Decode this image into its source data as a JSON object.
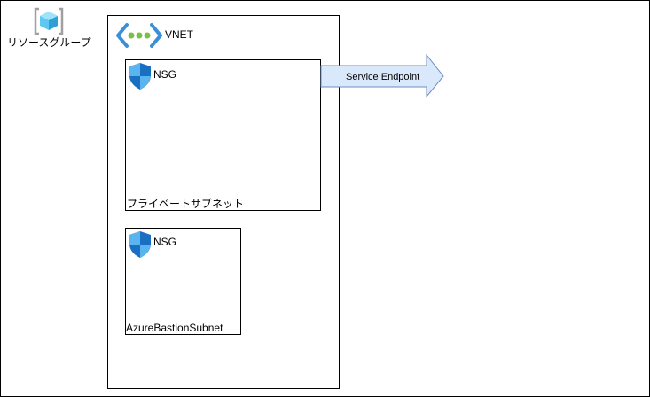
{
  "resource_group": {
    "label": "リソースグループ",
    "icon": "resource-group-icon"
  },
  "vnet": {
    "label": "VNET",
    "icon": "vnet-icon"
  },
  "subnets": [
    {
      "name": "プライベートサブネット",
      "nsg_label": "NSG",
      "icon": "shield-icon"
    },
    {
      "name": "AzureBastionSubnet",
      "nsg_label": "NSG",
      "icon": "shield-icon"
    }
  ],
  "service_endpoint": {
    "label": "Service Endpoint",
    "fill": "#dae8fc",
    "stroke": "#6c8ebf"
  },
  "colors": {
    "vnet_bracket": "#3b8fd8",
    "vnet_dots": "#7ac143",
    "shield_light": "#59b4f0",
    "shield_dark": "#1a6fc1"
  }
}
